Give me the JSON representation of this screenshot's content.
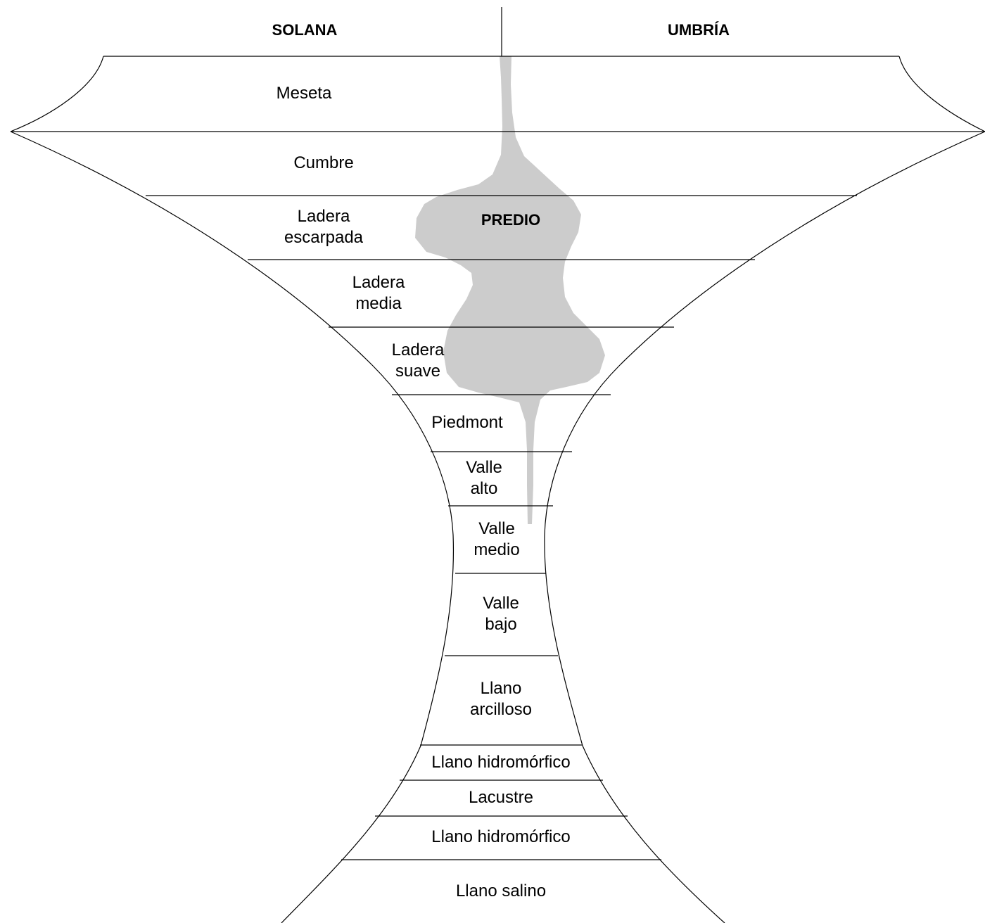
{
  "header": {
    "left": "SOLANA",
    "right": "UMBRÍA"
  },
  "predio_label": "PREDIO",
  "colors": {
    "predio_fill": "#cccccc",
    "line": "#000000",
    "background": "#ffffff"
  },
  "zones": [
    {
      "lines": [
        "Meseta"
      ]
    },
    {
      "lines": [
        "Cumbre"
      ]
    },
    {
      "lines": [
        "Ladera",
        "escarpada"
      ]
    },
    {
      "lines": [
        "Ladera",
        "media"
      ]
    },
    {
      "lines": [
        "Ladera",
        "suave"
      ]
    },
    {
      "lines": [
        "Piedmont"
      ]
    },
    {
      "lines": [
        "Valle",
        "alto"
      ]
    },
    {
      "lines": [
        "Valle",
        "medio"
      ]
    },
    {
      "lines": [
        "Valle",
        "bajo"
      ]
    },
    {
      "lines": [
        "Llano",
        "arcilloso"
      ]
    },
    {
      "lines": [
        "Llano hidromórfico"
      ]
    },
    {
      "lines": [
        "Lacustre"
      ]
    },
    {
      "lines": [
        "Llano hidromórfico"
      ]
    },
    {
      "lines": [
        "Llano salino"
      ]
    }
  ]
}
